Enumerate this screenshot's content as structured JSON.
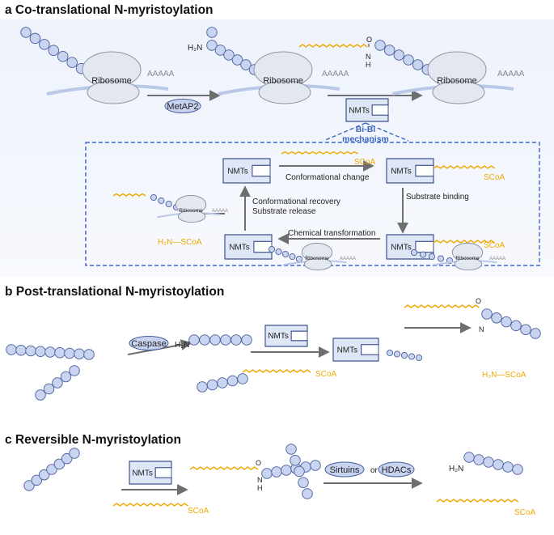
{
  "sections": {
    "a": {
      "title": "a Co-translational N-myristoylation"
    },
    "b": {
      "title": "b Post-translational N-myristoylation"
    },
    "c": {
      "title": "c Reversible N-myristoylation"
    }
  },
  "labels": {
    "ribosome": "Ribosome",
    "ribosome_small": "Ribosome",
    "polyA": "AAAAA",
    "h2n": "H₂N",
    "h2n_scoa": "H₂N—SCoA",
    "scoa": "SCoA",
    "o": "O",
    "n": "N",
    "h": "H",
    "nmts": "NMTs",
    "metap2": "MetAP2",
    "caspase": "Caspase",
    "sirtuins": "Sirtuins",
    "or": "or",
    "hdacs": "HDACs",
    "bibi": "Bi-Bi",
    "mechanism": "mechanism",
    "conformational_change": "Conformational change",
    "substrate_binding": "Substrate binding",
    "chemical_transformation": "Chemical  transformation",
    "conformational_recovery": "Conformational recovery",
    "substrate_release": "Substrate release"
  },
  "colors": {
    "bead_fill": "#c9d4f0",
    "bead_stroke": "#4a5f9c",
    "ribosome": "#e3e7ef",
    "ribosome_stroke": "#8d94a6",
    "myristoyl": "#f0a800",
    "nmt_fill": "#dfe6f6",
    "nmt_stroke": "#3c5590",
    "arrow": "#6e6e6e",
    "dash_box": "#3a68c8",
    "bibi": "#3b64c4",
    "bg_a": "#f2f5fc"
  }
}
